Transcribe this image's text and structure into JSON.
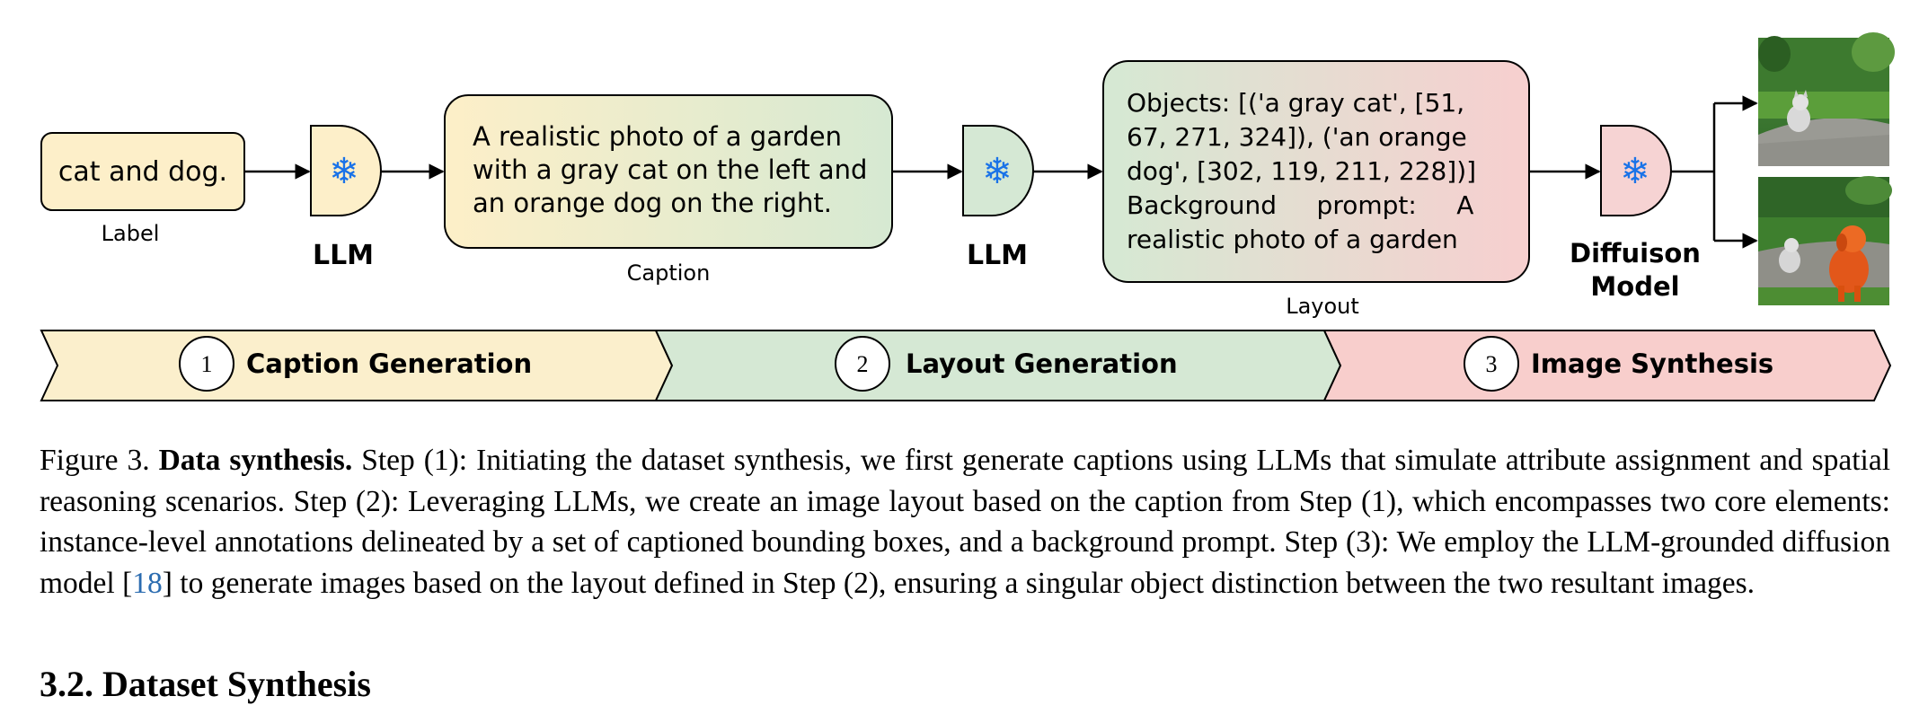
{
  "diagram": {
    "label_box": "cat and dog.",
    "label_caption": "Label",
    "llm_label_1": "LLM",
    "llm_label_2": "LLM",
    "caption_box_lines": [
      "A realistic photo of a garden",
      "with a gray cat on the left and",
      "an orange dog on the right."
    ],
    "caption_caption": "Caption",
    "layout_box_lines": [
      "Objects: [('a gray cat', [51,",
      "67, 271, 324]), ('an orange",
      "dog', [302, 119, 211, 228])]",
      "Background     prompt:     A",
      "realistic photo of a garden"
    ],
    "layout_caption": "Layout",
    "diffusion_label_1": "Diffuison",
    "diffusion_label_2": "Model",
    "snowflake_icon": "❄",
    "stages": [
      {
        "number": "1",
        "label": "Caption Generation",
        "color": "#fbefcc"
      },
      {
        "number": "2",
        "label": "Layout Generation",
        "color": "#d5e8d4"
      },
      {
        "number": "3",
        "label": "Image Synthesis",
        "color": "#f8cecc"
      }
    ],
    "colors": {
      "label_fill": "#fdefc9",
      "llm_1_fill": "#fdefc9",
      "llm_2_fill": "#d5e8d4",
      "diffusion_fill": "#f6d3d3",
      "snowflake": "#1a73e8"
    }
  },
  "caption": {
    "figure_label": "Figure 3.",
    "title": "Data synthesis.",
    "text_1": " Step (1): Initiating the dataset synthesis, we first generate captions using LLMs that simulate attribute assignment and spatial reasoning scenarios.  Step (2): Leveraging LLMs, we create an image layout based on the caption from Step (1), which encompasses two core elements: instance-level annotations delineated by a set of captioned bounding boxes, and a background prompt. Step (3): We employ the LLM-grounded diffusion model [",
    "ref": "18",
    "text_2": "] to generate images based on the layout defined in Step (2), ensuring a singular object distinction between the two resultant images."
  },
  "next_section": {
    "heading": "3.2. Dataset Synthesis"
  }
}
